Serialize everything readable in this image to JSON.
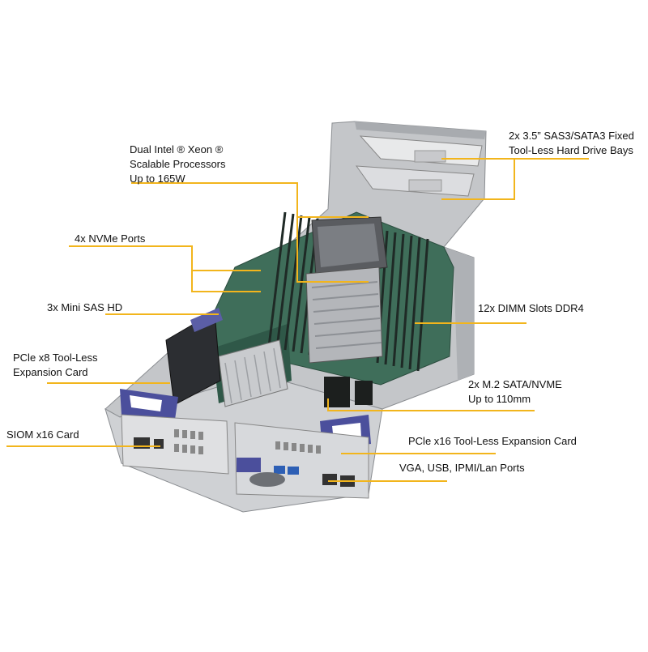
{
  "colors": {
    "callout": "#f2b51c",
    "chassis": "#b9bcc0",
    "board": "#3f6e5a",
    "bracket": "#4b4f9c",
    "heatsink": "#b4b6ba"
  },
  "labels": {
    "cpu": [
      "Dual Intel ® Xeon ®",
      "Scalable Processors",
      "Up to 165W"
    ],
    "drive_bays": [
      "2x 3.5” SAS3/SATA3 Fixed",
      "Tool-Less Hard Drive Bays"
    ],
    "nvme": [
      "4x NVMe Ports"
    ],
    "dimm": [
      "12x DIMM Slots DDR4"
    ],
    "sas": [
      "3x Mini SAS HD"
    ],
    "pcie_x8": [
      "PCle x8 Tool-Less",
      "Expansion Card"
    ],
    "m2": [
      "2x M.2 SATA/NVME",
      "Up to 110mm"
    ],
    "siom": [
      "SIOM x16 Card"
    ],
    "pcie_x16": [
      "PCle x16 Tool-Less Expansion Card"
    ],
    "rear_ports": [
      "VGA, USB, IPMI/Lan Ports"
    ]
  }
}
